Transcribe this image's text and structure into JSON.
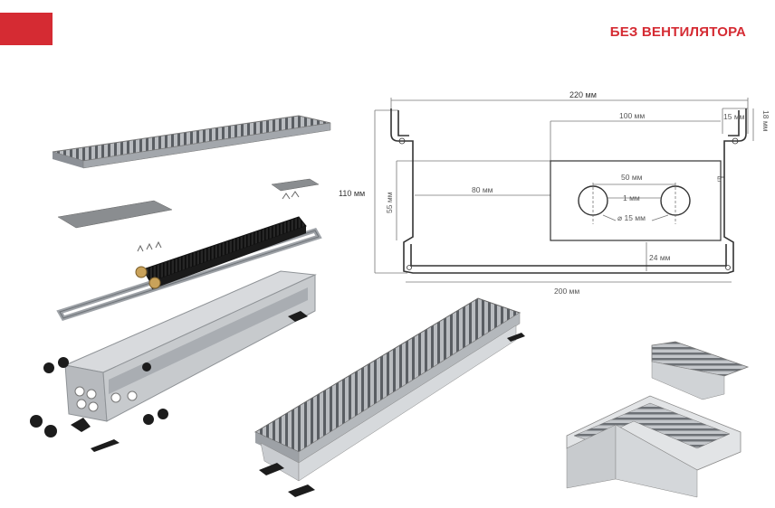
{
  "header": {
    "title": "БЕЗ ВЕНТИЛЯТОРА"
  },
  "colors": {
    "accent": "#d52b33"
  },
  "drawing": {
    "width_total": "220 мм",
    "width_inner": "100 мм",
    "flange": "15 мм",
    "flange_h": "18 мм",
    "height_total": "110 мм",
    "height_inner": "55 мм",
    "offset_left": "80 мм",
    "pipe_spacing": "50 мм",
    "pipe_gap": "1 мм",
    "pipe_diameter": "⌀ 15 мм",
    "bottom_gap": "24 мм",
    "base_width": "200 мм",
    "side_mark": "5"
  },
  "footer_note": ""
}
